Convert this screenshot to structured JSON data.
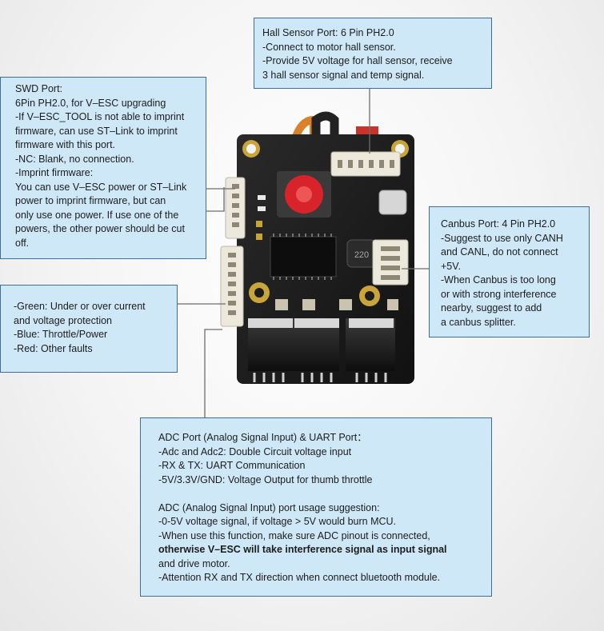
{
  "hall_box": {
    "lines": [
      "Hall Sensor Port: 6 Pin PH2.0",
      "-Connect to motor hall sensor.",
      "-Provide 5V voltage for hall sensor, receive",
      " 3 hall sensor signal and temp signal."
    ]
  },
  "swd_box": {
    "lines": [
      "SWD Port:",
      "6Pin PH2.0, for V–ESC upgrading",
      "-If V–ESC_TOOL is not able to imprint",
      " firmware, can use ST–Link to imprint",
      " firmware with this port.",
      "-NC: Blank, no connection.",
      "-Imprint firmware:",
      " You can use V–ESC power or ST–Link",
      " power to imprint firmware, but can",
      " only use one power. If use one of the",
      " powers, the other power should be cut",
      " off."
    ]
  },
  "led_box": {
    "lines": [
      "-Green: Under or over current",
      " and voltage protection",
      "-Blue: Throttle/Power",
      "-Red: Other faults"
    ]
  },
  "canbus_box": {
    "lines": [
      "Canbus Port: 4 Pin PH2.0",
      "-Suggest to use only CANH",
      " and CANL, do not connect",
      " +5V.",
      "-When Canbus is too long",
      " or with strong interference",
      " nearby, suggest to add",
      " a canbus splitter."
    ]
  },
  "adc_box": {
    "lines": [
      "ADC Port (Analog Signal Input) & UART Port：",
      "-Adc and Adc2: Double Circuit voltage input",
      "-RX & TX: UART Communication",
      "-5V/3.3V/GND: Voltage Output for thumb throttle",
      "",
      "ADC (Analog Signal Input) port usage suggestion:",
      "-0-5V voltage signal, if voltage > 5V would burn MCU.",
      "-When use this function, make sure ADC pinout is connected,",
      " otherwise V–ESC will take interference signal as input signal",
      " and drive motor.",
      "-Attention RX and TX direction when connect bluetooth module."
    ]
  },
  "pcb": {
    "chip_marking": "220",
    "colors": {
      "board": "#1c1c1c",
      "connector": "#ece8dc",
      "red_chip": "#d8232a",
      "gold_pad": "#c9a43b",
      "box_fill": "#cfe8f8",
      "box_border": "#3d6d98"
    }
  }
}
